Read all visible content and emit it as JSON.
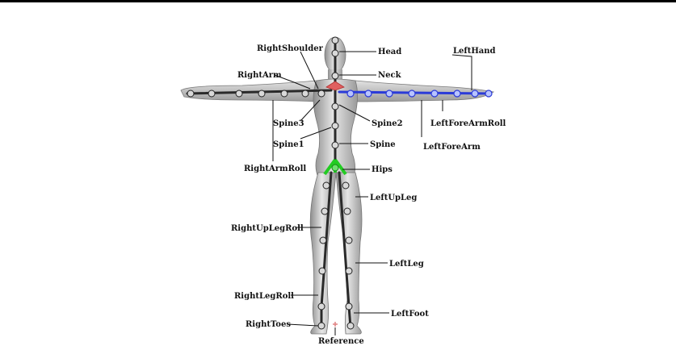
{
  "labels": {
    "head": "Head",
    "right_shoulder": "RightShoulder",
    "left_hand": "LeftHand",
    "neck": "Neck",
    "right_arm": "RightArm",
    "spine3": "Spine3",
    "spine2": "Spine2",
    "left_fore_arm_roll": "LeftForeArmRoll",
    "spine1": "Spine1",
    "spine": "Spine",
    "left_fore_arm": "LeftForeArm",
    "right_arm_roll": "RightArmRoll",
    "hips": "Hips",
    "left_up_leg": "LeftUpLeg",
    "right_up_leg_roll": "RightUpLegRoll",
    "left_leg": "LeftLeg",
    "right_leg_roll": "RightLegRoll",
    "left_foot": "LeftFoot",
    "right_toes": "RightToes",
    "reference": "Reference"
  },
  "colors": {
    "body": "#b9b9b9",
    "skeleton": "#2a2a2a",
    "left_arm_chain": "#2b3bd8",
    "shoulder_marker": "#e06060",
    "hips_marker": "#22cc22"
  }
}
